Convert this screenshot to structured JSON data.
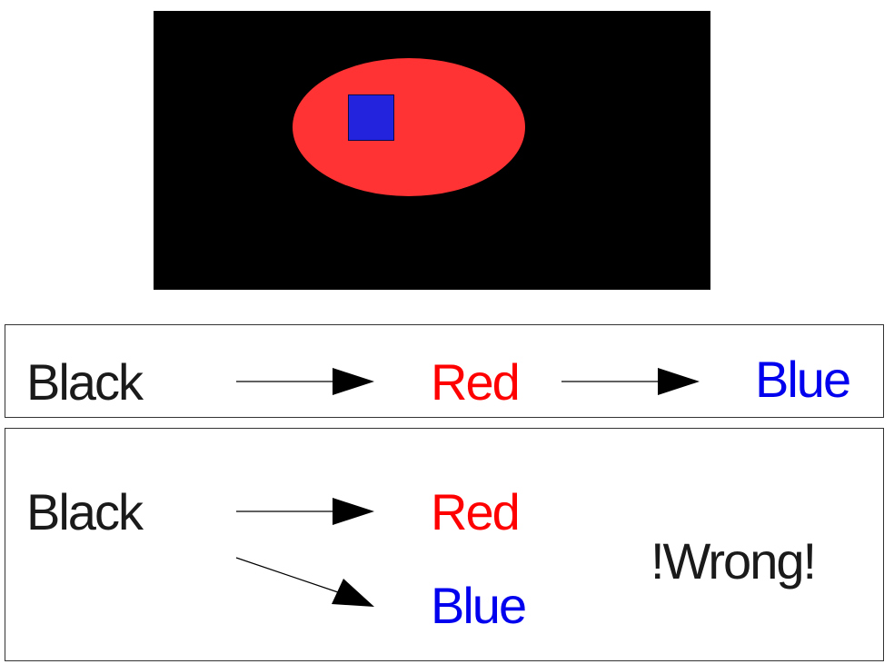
{
  "diagram": {
    "colors": {
      "background": "#000000",
      "ellipse": "#ff3333",
      "square": "#2323dd",
      "black_text": "#1a1a1a",
      "red_text": "#ff0000",
      "blue_text": "#0000ee"
    },
    "correct": {
      "first": "Black",
      "second": "Red",
      "third": "Blue"
    },
    "incorrect": {
      "parent": "Black",
      "child_a": "Red",
      "child_b": "Blue",
      "verdict": "!Wrong!"
    }
  }
}
